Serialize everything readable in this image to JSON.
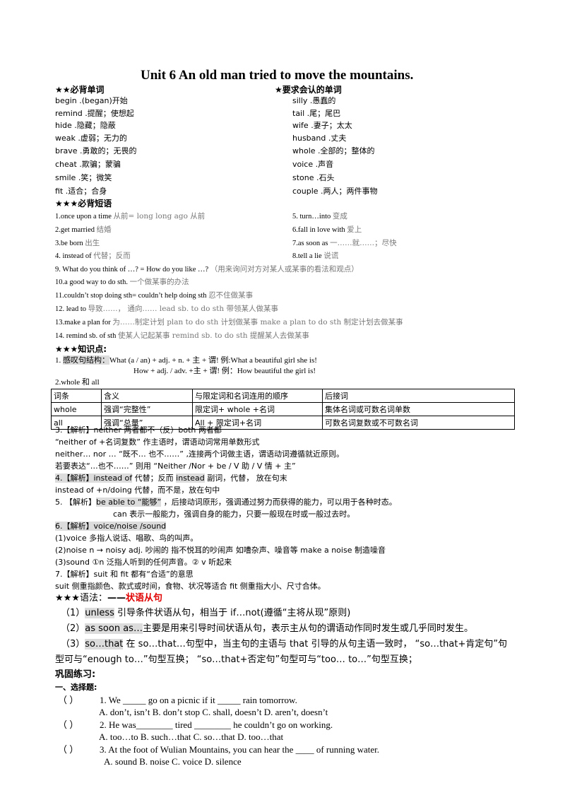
{
  "title": "Unit  6    An old man tried to move the mountains.",
  "vocab_required": {
    "heading": "★★必背单词",
    "items": [
      {
        "word": "begin",
        "meaning": " .(began)开始"
      },
      {
        "word": "remind",
        "meaning": " .提醒；使想起"
      },
      {
        "word": "hide",
        "meaning": " .隐藏；隐蔽"
      },
      {
        "word": "weak",
        "meaning": " .虚弱；无力的"
      },
      {
        "word": "brave",
        "meaning": " .勇敢的；无畏的"
      },
      {
        "word": "cheat",
        "meaning": " .欺骗；蒙骗"
      },
      {
        "word": "smile",
        "meaning": " .笑；微笑"
      },
      {
        "word": "fit",
        "meaning": " .适合；合身"
      }
    ]
  },
  "vocab_recognize": {
    "heading": "★要求会认的单词",
    "items": [
      {
        "word": "silly",
        "meaning": " .愚蠢的"
      },
      {
        "word": "tail",
        "meaning": " .尾；尾巴"
      },
      {
        "word": "wife",
        "meaning": " .妻子；太太"
      },
      {
        "word": "husband",
        "meaning": " .丈夫"
      },
      {
        "word": "whole",
        "meaning": " .全部的；整体的"
      },
      {
        "word": "voice",
        "meaning": " .声音"
      },
      {
        "word": "stone",
        "meaning": " .石头"
      },
      {
        "word": "couple",
        "meaning": " .两人；两件事物"
      }
    ]
  },
  "phrases": {
    "heading": "★★★必背短语",
    "left": [
      {
        "en": "1.once upon a time ",
        "cn": "从前= long long ago   从前"
      },
      {
        "en": "2.get married ",
        "cn": "结婚"
      },
      {
        "en": "3.be born ",
        "cn": "出生"
      },
      {
        "en": "4. instead of ",
        "cn": "代替；反而"
      }
    ],
    "right": [
      {
        "en": "5. turn…into ",
        "cn": "变成"
      },
      {
        "en": "6.fall in love with ",
        "cn": "爱上"
      },
      {
        "en": "7.as soon as ",
        "cn": "一……就……；尽快"
      },
      {
        "en": "8.tell a lie ",
        "cn": "说谎"
      }
    ],
    "full": [
      {
        "en": "9. What do you think of …? = How do you like …? ",
        "cn": "（用来询问对方对某人或某事的看法和观点）"
      },
      {
        "en": "10.a good way to do sth. ",
        "cn": "一个做某事的办法"
      },
      {
        "en": "11.couldn’t stop doing sth= couldn’t help doing sth ",
        "cn": "忍不住做某事"
      },
      {
        "en": "12.  lead to ",
        "cn": "导致……，   通向……        lead sb. to do sth  带领某人做某事"
      },
      {
        "en": "13.make a plan for ",
        "cn": "为……制定计划        plan to do sth   计划做某事    make a plan to do sth  制定计划去做某事"
      },
      {
        "en": "14. remind sb. of sth  ",
        "cn": "使某人记起某事    remind sb. to do sth 提醒某人去做某事"
      }
    ]
  },
  "points": {
    "heading": "★★★知识点:",
    "p1_label": "1. ",
    "p1_hl": "感叹句结构：",
    "p1_a": "What (a / an) + adj. + n. + 主 + 谓!     例:What a beautiful girl she is!",
    "p1_b": "How    + adj. / adv. +主 + 谓!          例：How beautiful the girl is!",
    "p2_label": "2.whole 和 all",
    "table": {
      "headers": [
        "词条",
        "含义",
        "与限定词和名词连用的顺序",
        "后接词"
      ],
      "rows": [
        [
          "whole",
          "强调“完整性”",
          "限定词+  whole  +名词",
          "集体名词或可数名词单数"
        ],
        [
          "all",
          "强调“总量”",
          "All  +  限定词+名词",
          "可数名词复数或不可数名词"
        ]
      ]
    },
    "p3": [
      "3.【解析】neither 两者都不（反）both 两者都",
      "“neither of +名词复数”  作主语时，谓语动词常用单数形式",
      "neither…    nor … “既不… 也不……” ,连接两个词做主语，谓语动词遵循就近原则。",
      "若要表达“…也不……”  则用  “Neither /Nor + be / V 助  / V 情  +  主”"
    ],
    "p4_hl": "4.【解析】instead of",
    "p4_a": " 代替；反而 ",
    "p4_hl2": "instead",
    "p4_b": "  副词，代替，  放在句末",
    "p4_c": "instead of +n/doing  代替，而不是，放在句中",
    "p5_label": "5.    【解析】",
    "p5_hl": "be able to “能够”",
    "p5_a": " ，后接动词原形，强调通过努力而获得的能力，可以用于各种时态。",
    "p5_b": "can  表示一般能力，强调自身的能力，只要一般现在时或一般过去时。",
    "p6_hl": "6.【解析】voice/noise /sound",
    "p6": [
      "(1)voice  多指人说话、唱歌、鸟的叫声。",
      "(2)noise n → noisy adj.  吵闹的  指不悦耳的吵闹声  如嘈杂声、噪音等 make a noise 制造噪音",
      "(3)sound ①n  泛指人听到的任何声音。②  v  听起来"
    ],
    "p7": [
      "7.【解析】suit 和 fit   都有“合适”的意思",
      "suit 侧重指颜色、款式或时间，食物、状况等适合 fit 侧重指大小、尺寸合体。"
    ]
  },
  "grammar": {
    "heading_a": "★★★",
    "heading_b": "语法：",
    "heading_c": "——",
    "heading_red": "状语从句",
    "g1_a": "（1）",
    "g1_hl": "unless",
    "g1_b": " 引导条件状语从句，相当于 if…not(遵循“主将从现”原则)",
    "g2_a": "（2）",
    "g2_hl": "as soon as…",
    "g2_b": "主要是用来引导时间状语从句，表示主从句的谓语动作同时发生或几乎同时发生。",
    "g3_a": "（3）",
    "g3_hl": "so…that",
    "g3_b": " 在 so…that…句型中，当主句的主语与 that 引导的从句主语一致时，  “so…that+肯定句”句",
    "g3_c": "型可与“enough to…”句型互换；   “so…that+否定句”句型可与“too… to…”句型互换；"
  },
  "practice": {
    "heading": "巩固练习:",
    "section": "一、选择题:",
    "questions": [
      {
        "paren": "（       ）",
        "stem": "1. We _____ go on a picnic if it _____ rain tomorrow.",
        "options": "A. don’t, isn’t        B. don’t stop        C. shall, doesn’t    D. aren’t, doesn’t"
      },
      {
        "paren": "（       ）",
        "stem": "2.  He was________ tired ________ he couldn’t go on working.",
        "options": "A. too…to                 B. such…that            C. so…that                  D. too…that"
      },
      {
        "paren": "（       ）",
        "stem": "3.  At the foot of Wulian Mountains, you can hear the ____ of running water.",
        "options": "A. sound                 B. noise                  C. voice                   D. silence"
      }
    ]
  }
}
